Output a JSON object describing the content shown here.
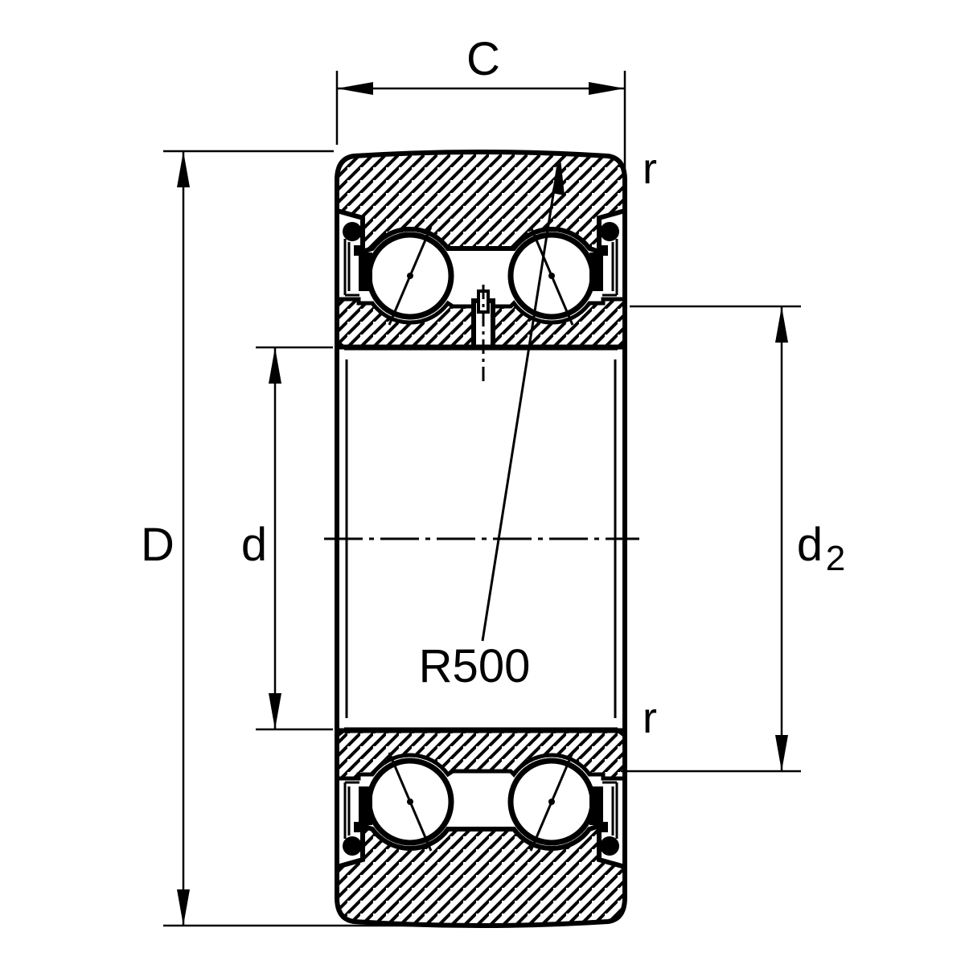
{
  "drawing": {
    "type": "bearing-cross-section",
    "labels": {
      "width": "C",
      "outer_diameter": "D",
      "bore_diameter": "d",
      "shoulder_diameter_base": "d",
      "shoulder_diameter_sub": "2",
      "chamfer_top": "r",
      "chamfer_bottom": "r",
      "crown_radius": "R500"
    },
    "colors": {
      "line": "#000000",
      "background": "#ffffff"
    }
  }
}
